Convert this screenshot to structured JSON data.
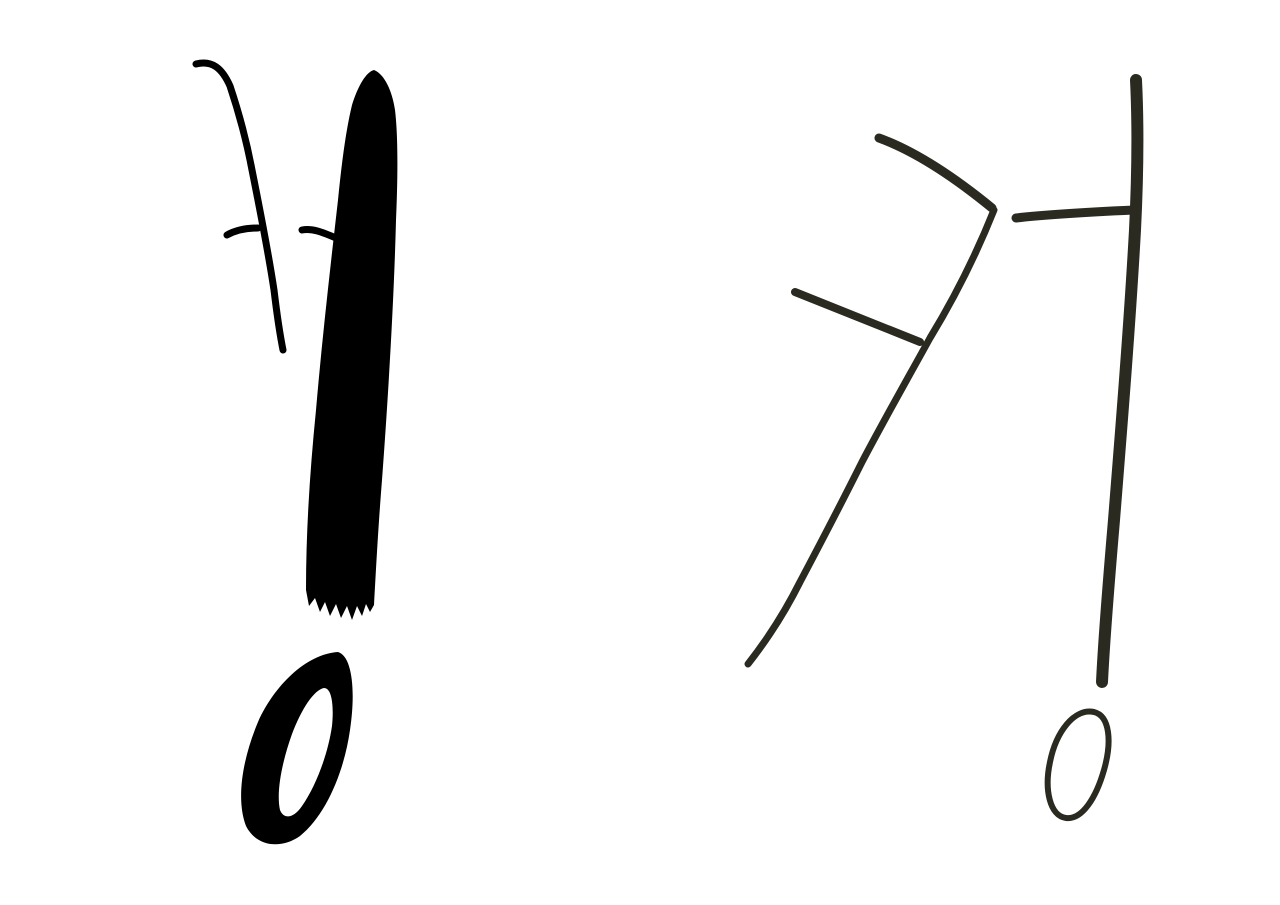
{
  "artwork": {
    "colors": {
      "background": "#ffffff",
      "ink_black": "#000000",
      "ink_olive": "#2b2a20"
    },
    "glyphs": [
      {
        "name": "left-character",
        "style": "heavy-brush"
      },
      {
        "name": "right-character",
        "style": "thin-brush"
      }
    ]
  }
}
